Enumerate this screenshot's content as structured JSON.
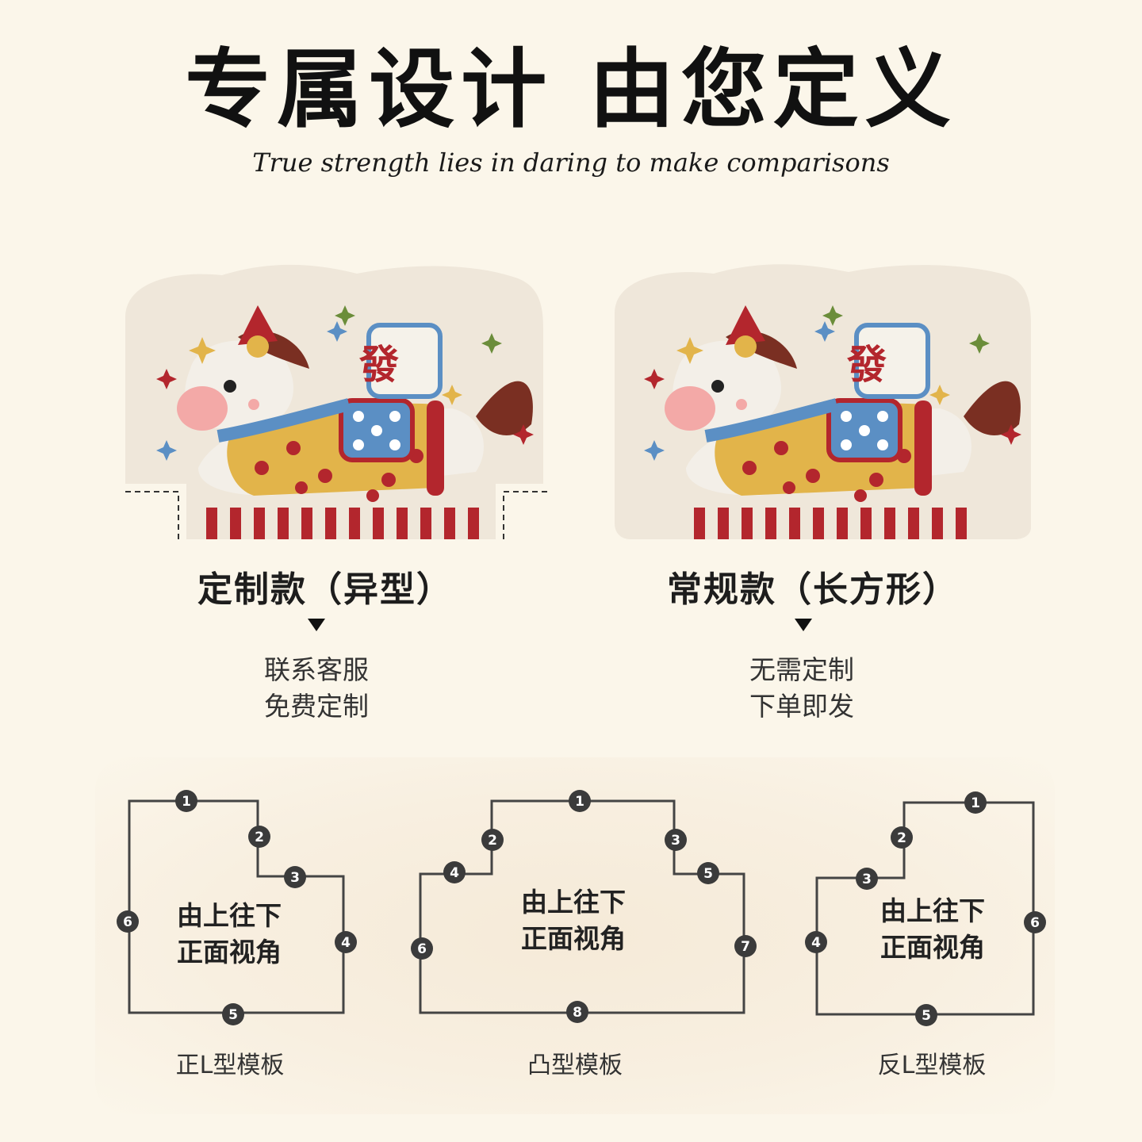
{
  "header": {
    "title": "专属设计 由您定义",
    "subtitle": "True strength lies in daring to make comparisons"
  },
  "options": [
    {
      "title": "定制款（异型）",
      "desc_line1": "联系客服",
      "desc_line2": "免费定制",
      "image_glyph": "發"
    },
    {
      "title": "常规款（长方形）",
      "desc_line1": "无需定制",
      "desc_line2": "下单即发",
      "image_glyph": "發"
    }
  ],
  "templates": [
    {
      "label": "正L型模板",
      "inner_line1": "由上往下",
      "inner_line2": "正面视角",
      "markers": [
        "1",
        "2",
        "3",
        "4",
        "5",
        "6"
      ]
    },
    {
      "label": "凸型模板",
      "inner_line1": "由上往下",
      "inner_line2": "正面视角",
      "markers": [
        "1",
        "2",
        "3",
        "4",
        "5",
        "6",
        "7",
        "8"
      ]
    },
    {
      "label": "反L型模板",
      "inner_line1": "由上往下",
      "inner_line2": "正面视角",
      "markers": [
        "1",
        "2",
        "3",
        "4",
        "5",
        "6"
      ]
    }
  ],
  "colors": {
    "background": "#fbf6ea",
    "card": "#efe7da",
    "accent_red": "#b3262d",
    "accent_yellow": "#e2b44a",
    "accent_blue": "#5b8fc4",
    "brown": "#7a2f22"
  }
}
